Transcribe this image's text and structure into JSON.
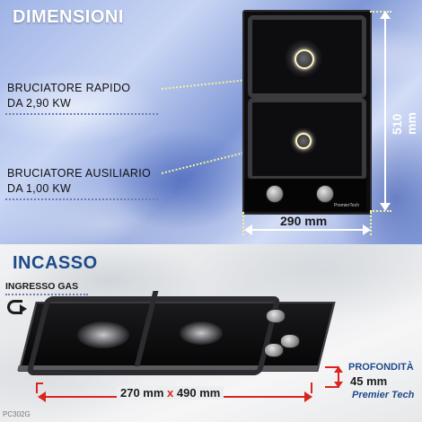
{
  "top": {
    "title": "DIMENSIONI",
    "burner_rapid_line1": "BRUCIATORE RAPIDO",
    "burner_rapid_line2": "DA 2,90 KW",
    "burner_aux_line1": "BRUCIATORE AUSILIARIO",
    "burner_aux_line2": "DA 1,00 KW",
    "width_label": "290 mm",
    "height_label": "510 mm",
    "hob_brand": "PremierTech"
  },
  "bottom": {
    "title": "INCASSO",
    "gas_inlet": "INGRESSO GAS",
    "cutout_w": "270 mm",
    "cutout_x": "x",
    "cutout_h": "490 mm",
    "depth_label": "PROFONDITÀ",
    "depth_value": "45 mm",
    "brand": "Premier Tech",
    "model": "PC302G"
  },
  "colors": {
    "accent_red": "#d9261c",
    "brand_blue": "#1f4a8a"
  }
}
